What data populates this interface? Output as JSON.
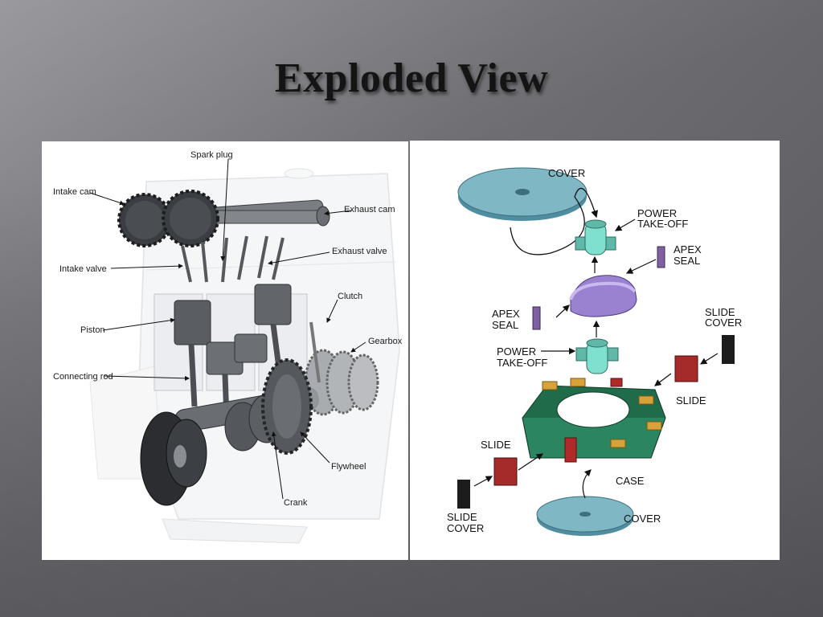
{
  "slide": {
    "title": "Exploded View"
  },
  "engine": {
    "labels": {
      "spark_plug": "Spark plug",
      "intake_cam": "Intake cam",
      "exhaust_cam": "Exhaust cam",
      "intake_valve": "Intake valve",
      "exhaust_valve": "Exhaust valve",
      "clutch": "Clutch",
      "piston": "Piston",
      "gearbox": "Gearbox",
      "connecting_rod": "Connecting rod",
      "flywheel": "Flywheel",
      "crank": "Crank"
    }
  },
  "rotary": {
    "labels": {
      "cover_top": "COVER",
      "power_takeoff_top_1": "POWER",
      "power_takeoff_top_2": "TAKE-OFF",
      "apex_seal_right_1": "APEX",
      "apex_seal_right_2": "SEAL",
      "apex_seal_left_1": "APEX",
      "apex_seal_left_2": "SEAL",
      "slide_cover_right_1": "SLIDE",
      "slide_cover_right_2": "COVER",
      "power_takeoff_bottom_1": "POWER",
      "power_takeoff_bottom_2": "TAKE-OFF",
      "slide_right": "SLIDE",
      "slide_left": "SLIDE",
      "case": "CASE",
      "slide_cover_left_1": "SLIDE",
      "slide_cover_left_2": "COVER",
      "cover_bottom": "COVER"
    }
  }
}
